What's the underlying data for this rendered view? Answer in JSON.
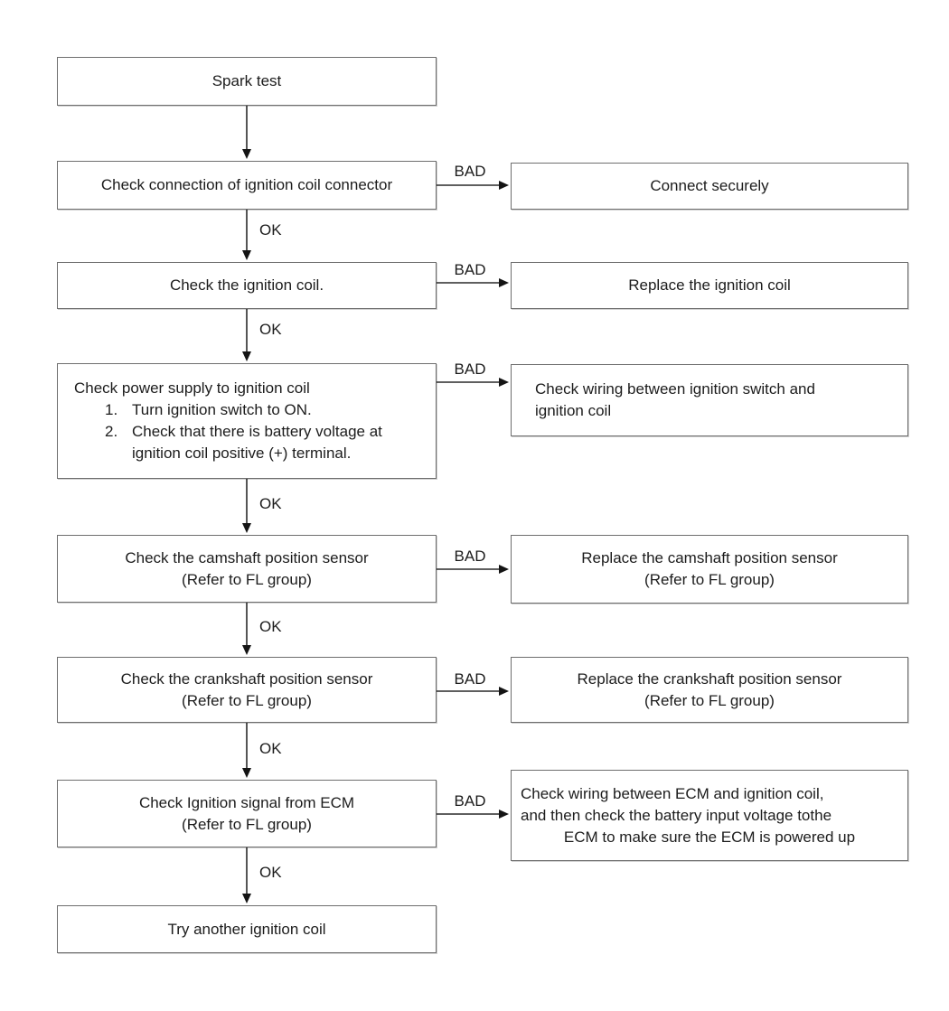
{
  "labels": {
    "ok": "OK",
    "bad": "BAD"
  },
  "boxes": {
    "spark_test": {
      "text": "Spark test"
    },
    "check_connection": {
      "text": "Check connection of ignition coil connector"
    },
    "connect_securely": {
      "text": "Connect securely"
    },
    "check_coil": {
      "text": "Check the ignition coil."
    },
    "replace_coil": {
      "text": "Replace the ignition coil"
    },
    "check_power": {
      "title": "Check power supply to ignition coil",
      "items": [
        {
          "num": "1.",
          "text": "Turn ignition switch to ON."
        },
        {
          "num": "2.",
          "text": "Check that there is battery voltage at ignition coil positive (+) terminal."
        }
      ]
    },
    "check_wiring_switch": {
      "line1": "Check wiring between ignition switch and",
      "line2": "ignition coil"
    },
    "check_camshaft": {
      "line1": "Check the camshaft position sensor",
      "line2": "(Refer to FL group)"
    },
    "replace_camshaft": {
      "line1": "Replace the camshaft position sensor",
      "line2": "(Refer to FL group)"
    },
    "check_crankshaft": {
      "line1": "Check the crankshaft position sensor",
      "line2": "(Refer to FL group)"
    },
    "replace_crankshaft": {
      "line1": "Replace the crankshaft position sensor",
      "line2": "(Refer to FL group)"
    },
    "check_ecm_signal": {
      "line1": "Check Ignition signal from ECM",
      "line2": "(Refer to FL group)"
    },
    "check_wiring_ecm": {
      "line1": "Check wiring between ECM and ignition coil,",
      "line2": "and then check the battery input voltage tothe",
      "line3": "ECM to make sure the ECM is powered up"
    },
    "try_another": {
      "text": "Try another ignition coil"
    }
  }
}
